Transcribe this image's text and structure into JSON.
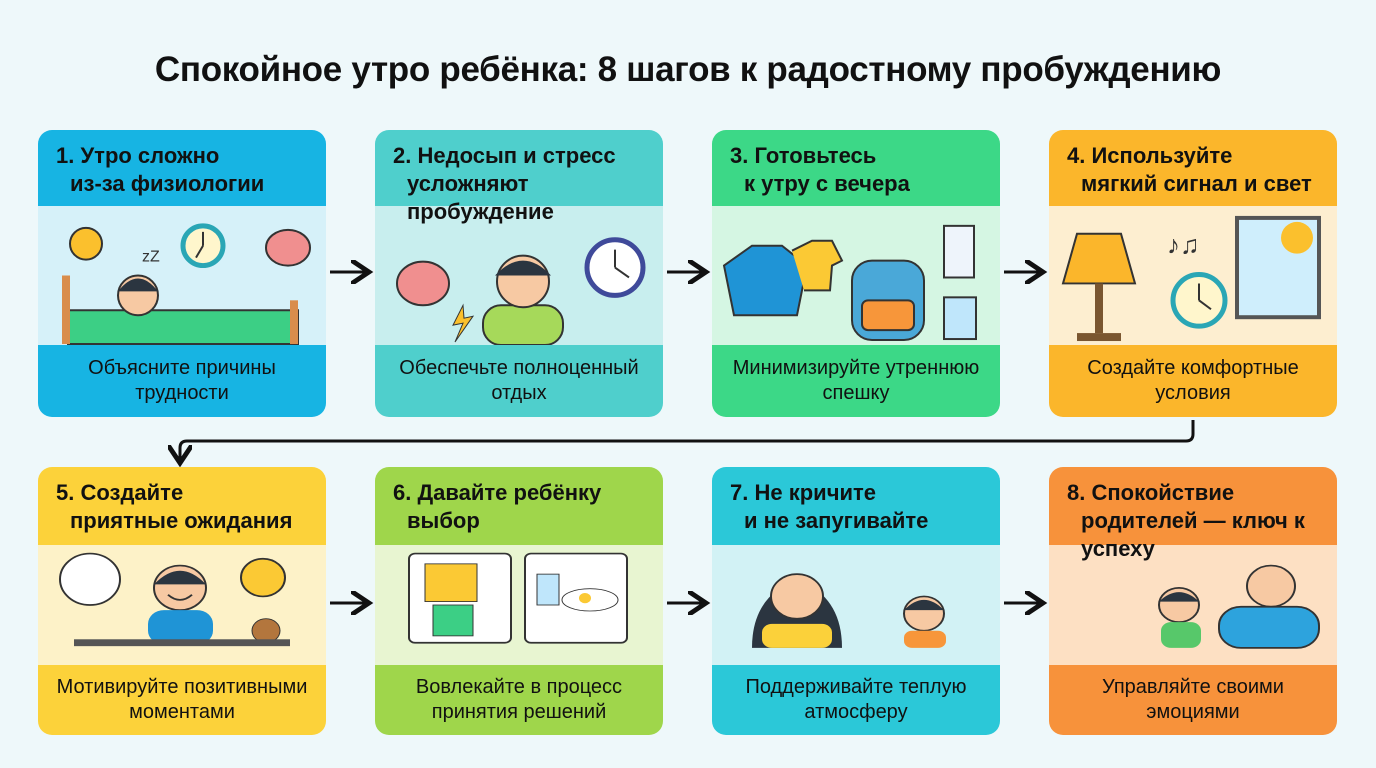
{
  "title": "Спокойное утро ребёнка: 8 шагов к радостному пробуждению",
  "colors": {
    "background": "#eef8fa",
    "text": "#111111"
  },
  "steps": [
    {
      "number": "1.",
      "title_line1": "Утро сложно",
      "title_line2": "из-за физиологии",
      "caption": "Объясните причины трудности",
      "head_color": "#17b4e3",
      "mid_color": "#d6f1f9",
      "icons": [
        "sun-icon",
        "alarm-clock-icon",
        "brain-icon",
        "sleeping-child-icon"
      ]
    },
    {
      "number": "2.",
      "title_line1": "Недосып и стресс",
      "title_line2": "усложняют пробуждение",
      "caption": "Обеспечьте полноценный отдых",
      "head_color": "#4fcfcc",
      "mid_color": "#c8eeee",
      "icons": [
        "brain-icon",
        "tired-child-icon",
        "wall-clock-icon",
        "lightning-icon"
      ]
    },
    {
      "number": "3.",
      "title_line1": "Готовьтесь",
      "title_line2": "к утру с вечера",
      "caption": "Минимизируйте утреннюю спешку",
      "head_color": "#3cd887",
      "mid_color": "#d5f6e3",
      "icons": [
        "clothes-icon",
        "backpack-icon",
        "milk-icon",
        "water-glass-icon"
      ]
    },
    {
      "number": "4.",
      "title_line1": "Используйте",
      "title_line2": "мягкий сигнал и свет",
      "caption": "Создайте комфортные условия",
      "head_color": "#fbb62b",
      "mid_color": "#fdeed0",
      "icons": [
        "lamp-icon",
        "alarm-clock-icon",
        "music-note-icon",
        "window-sun-icon"
      ]
    },
    {
      "number": "5.",
      "title_line1": "Создайте",
      "title_line2": "приятные ожидания",
      "caption": "Мотивируйте позитивными моментами",
      "head_color": "#fcd23a",
      "mid_color": "#fdf2c8",
      "icons": [
        "food-thought-icon",
        "happy-child-icon",
        "sun-icon",
        "teddy-bear-icon"
      ]
    },
    {
      "number": "6.",
      "title_line1": "Давайте ребёнку",
      "title_line2": "выбор",
      "caption": "Вовлекайте в процесс принятия решений",
      "head_color": "#9fd64b",
      "mid_color": "#e8f5d1",
      "icons": [
        "clothes-choice-icon",
        "breakfast-choice-icon"
      ]
    },
    {
      "number": "7.",
      "title_line1": "Не кричите",
      "title_line2": "и не запугивайте",
      "caption": "Поддерживайте теплую атмосферу",
      "head_color": "#2bc8d8",
      "mid_color": "#d2f2f5",
      "icons": [
        "mother-icon",
        "child-icon"
      ]
    },
    {
      "number": "8.",
      "title_line1": "Спокойствие",
      "title_line2": "родителей — ключ к успеху",
      "caption": "Управляйте своими эмоциями",
      "head_color": "#f7923b",
      "mid_color": "#fde0c3",
      "icons": [
        "father-icon",
        "daughter-icon"
      ]
    }
  ]
}
